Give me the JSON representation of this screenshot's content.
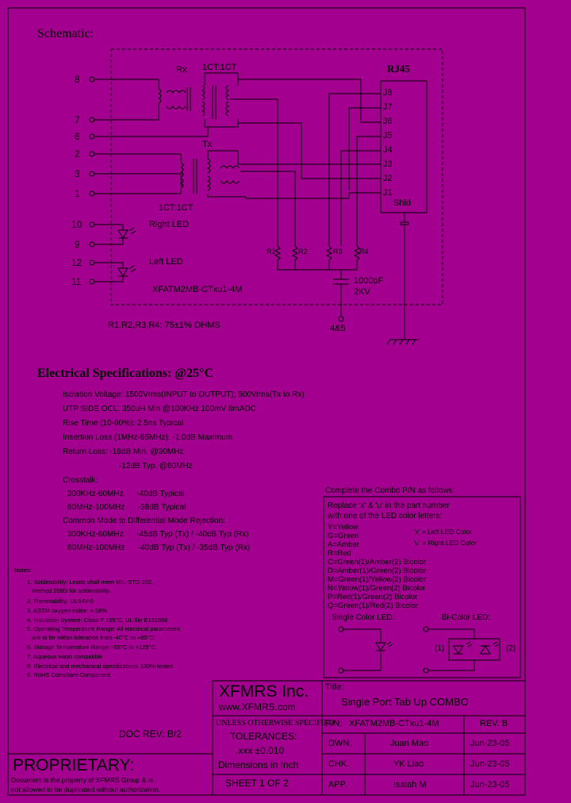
{
  "schematic": {
    "heading": "Schematic:",
    "pins_left": [
      "8",
      "7",
      "6",
      "2",
      "3",
      "1",
      "10",
      "9",
      "12",
      "11"
    ],
    "rx_label": "Rx",
    "tx_label": "Tx",
    "ct_top": "1CT:1CT",
    "ct_bottom": "1CT:1CT",
    "right_led": "Right LED",
    "left_led": "Left LED",
    "model": "XFATM2MB-CTxu1-4M",
    "rj45": "RJ45",
    "rj45_pins": [
      "J8",
      "J7",
      "J6",
      "J5",
      "J4",
      "J3",
      "J2",
      "J1",
      "Shld"
    ],
    "resistors": [
      "R1",
      "R2",
      "R3",
      "R4"
    ],
    "cap_value": "1000pF",
    "cap_voltage": "2KV",
    "gnd_pins": "4&5",
    "resistor_note": "R1,R2,R3,R4: 75±1% OHMS"
  },
  "electrical": {
    "heading": "Electrical Specifications: @25°C",
    "lines": [
      "Isolation Voltage: 1500Vrms(INPUT to OUTPUT); 500Vrms(Tx to Rx)",
      "UTP SIDE OCL: 350uH Min @100KHz 100mV 8mADC",
      "Rise Time (10-90%): 2.5ns Typical",
      "Insertion Loss (1MHz-65MHz): -1.0dB Maximum",
      "Return Loss: -18dB Min. @30MHz",
      "-12dB Typ. @80MHz",
      "Crosstalk:",
      "300KHz-60MHz      -40dB Typical",
      "60MHz-100MHz      -38dB Typical",
      "Common Mode to Differential Mode Rejection:",
      "300KHz-60MHz      -45dB Typ (Tx) / -40dB Typ (Rx)",
      "60MHz-100MHz      -40dB Typ (Tx) / -35dB Typ (Rx)"
    ]
  },
  "notes": {
    "heading": "Notes:",
    "lines": [
      "1. Solderability: Leads shall meet MIL-STD-202,",
      "   Method 208D for solderability.",
      "2. Flammability: UL94V-0",
      "3. ASTM oxygen index: > 28%",
      "4. Insulation System: Class F 155°C, UL file E151558",
      "5. Operating Temperature Range: All electrical parameters",
      "   are to be within tolerance from -40°C to +85°C",
      "6. Storage Temperature Range: -55°C to +125°C",
      "7. Aqueous wash compatible",
      "8. Electrical and mechanical specifications 100% tested",
      "9. RoHS Compliant Component"
    ]
  },
  "combo": {
    "heading": "Complete the Combo P/N as follows:",
    "intro": [
      "Replace 'x' & 'u' in the part number",
      "with one of the LED color letters:"
    ],
    "colors": [
      "Y=Yellow",
      "G=Green",
      "A=Amber",
      "R=Red",
      "C=Green(1)/Amber(2) Bicolor",
      "D=Amber(1)/Green(2) Bicolor",
      "M=Green(1)/Yellow(2) Bicolor",
      "N=Yellow(1)/Green(2) Bicolor",
      "P=Red(1)/Green(2) Bicolor",
      "Q=Green(1)/Red(2) Bicolor"
    ],
    "x_note": "'x' = Left LED Color",
    "u_note": "'u' = Right LED Color",
    "single_led": "Single Color LED:",
    "bi_led": "Bi-Color LED:",
    "bi_left": "(1)",
    "bi_right": "(2)"
  },
  "title_block": {
    "company": "XFMRS Inc.",
    "website": "www.XFMRS.com",
    "title_label": "Title:",
    "title": "Single Port Tab Up COMBO",
    "tol_head": "UNLESS OTHERWISE SPECIFIED",
    "tol_label": "TOLERANCES:",
    "tol_value": ".xxx ±0.010",
    "dimensions": "Dimensions in Inch",
    "sheet": "SHEET 1 OF 2",
    "pn_label": "P/N:",
    "pn": "XFATM2MB-CTxu1-4M",
    "rev_label": "REV. B",
    "rows": [
      {
        "label": "DWN.",
        "name": "Juan Mao",
        "date": "Jun-23-05"
      },
      {
        "label": "CHK.",
        "name": "YK Liao",
        "date": "Jun-23-05"
      },
      {
        "label": "APP.",
        "name": "Isaiah M",
        "date": "Jun-23-05"
      }
    ],
    "doc_rev": "DOC REV: B/2",
    "proprietary": "PROPRIETARY:",
    "prop_text": [
      "Document is the property of XFMRS Group & is",
      "not allowed to be duplicated without authorization."
    ]
  },
  "colors": {
    "background": "#a3008f",
    "ink": "#000000"
  }
}
